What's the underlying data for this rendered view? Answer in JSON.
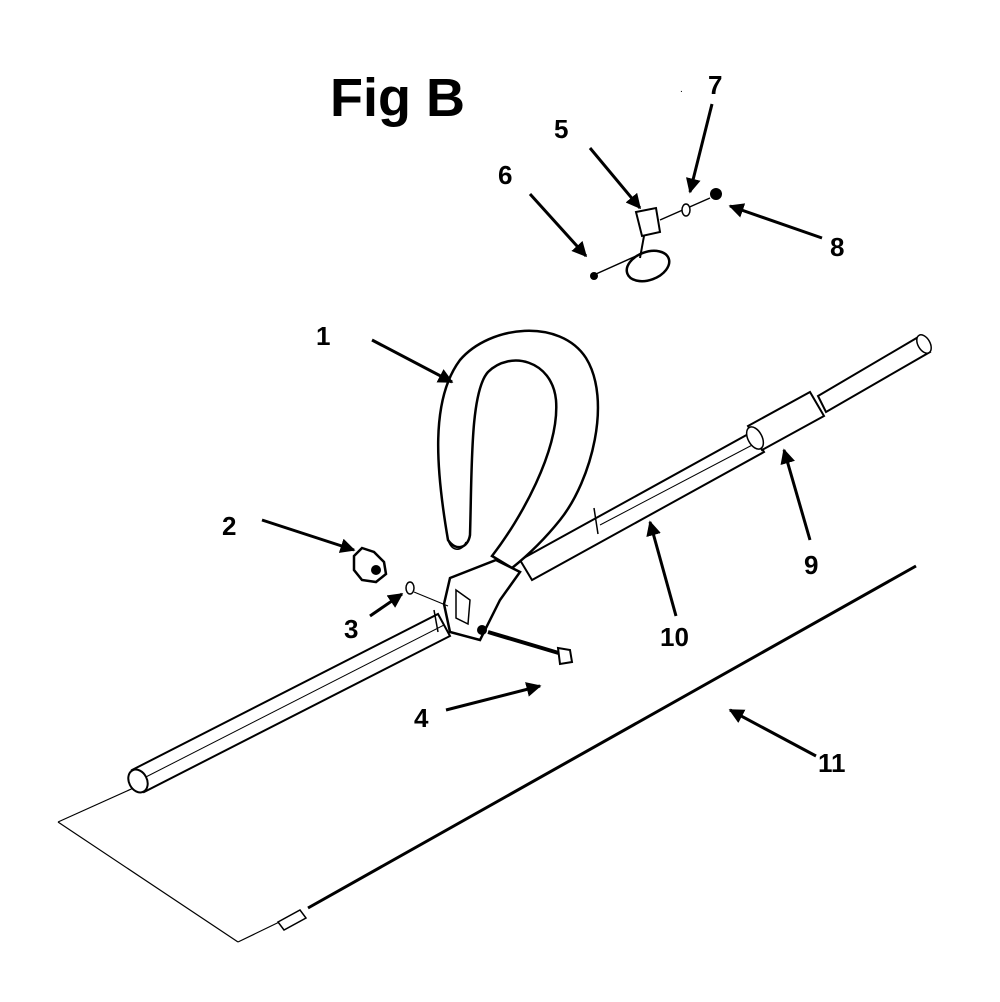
{
  "figure": {
    "title": "Fig B"
  },
  "callouts": [
    {
      "id": "1",
      "label": "1"
    },
    {
      "id": "2",
      "label": "2"
    },
    {
      "id": "3",
      "label": "3"
    },
    {
      "id": "4",
      "label": "4"
    },
    {
      "id": "5",
      "label": "5"
    },
    {
      "id": "6",
      "label": "6"
    },
    {
      "id": "7",
      "label": "7"
    },
    {
      "id": "8",
      "label": "8"
    },
    {
      "id": "9",
      "label": "9"
    },
    {
      "id": "10",
      "label": "10"
    },
    {
      "id": "11",
      "label": "11"
    }
  ]
}
